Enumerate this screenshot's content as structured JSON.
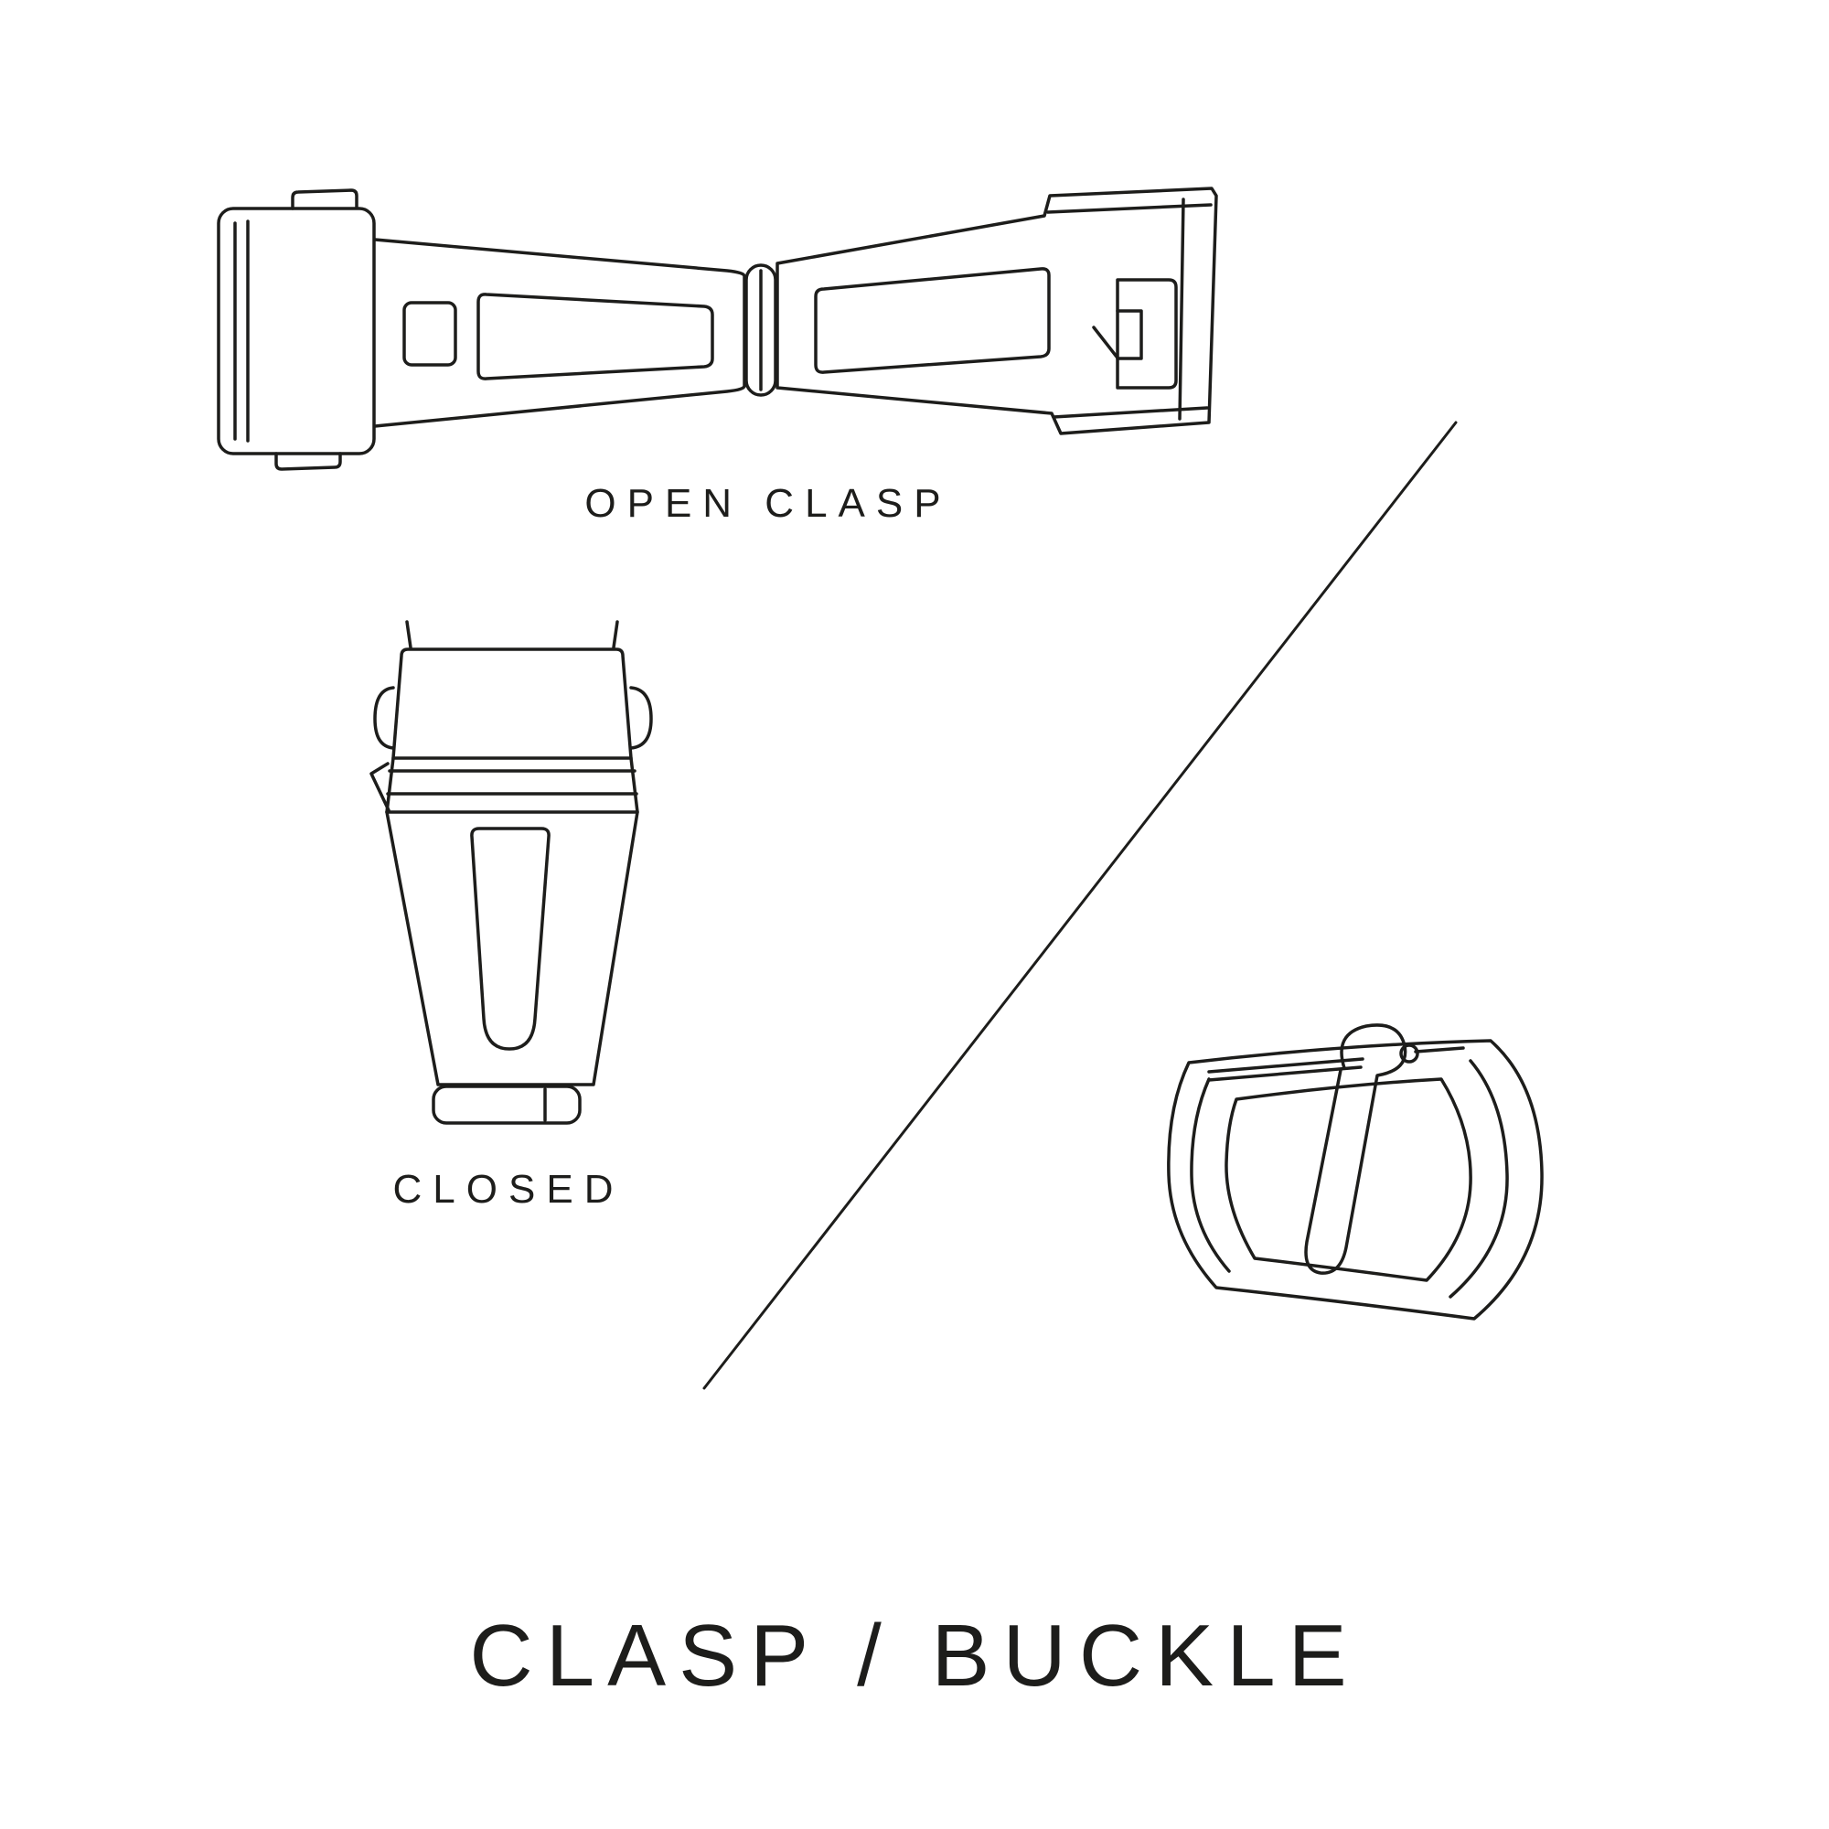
{
  "page": {
    "title": "CLASP / BUCKLE",
    "background_color": "#ffffff",
    "line_color": "#1d1d1b"
  },
  "figures": {
    "open_clasp": {
      "label": "OPEN CLASP"
    },
    "closed_clasp": {
      "label": "CLOSED"
    },
    "tang_buckle": {
      "label": ""
    }
  },
  "illustrations": [
    "open-clasp-line-drawing",
    "closed-clasp-line-drawing",
    "tang-buckle-line-drawing",
    "diagonal-divider-line"
  ]
}
